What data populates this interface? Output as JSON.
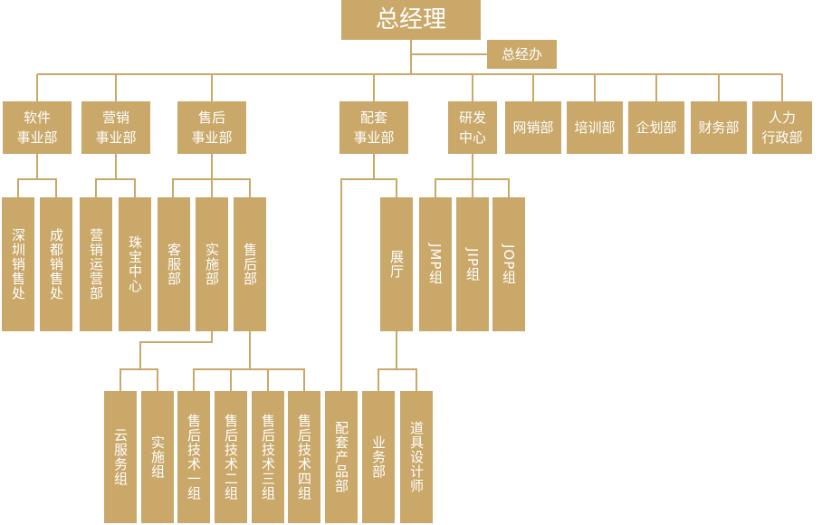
{
  "ceo": "总经理",
  "office": "总经办",
  "software": "软件\n事业部",
  "marketing": "营销\n事业部",
  "aftersales": "售后\n事业部",
  "accessories": "配套\n事业部",
  "rnd": "研发\n中心",
  "online": "网销部",
  "training": "培训部",
  "planning": "企划部",
  "finance": "财务部",
  "hr": "人力\n行政部",
  "shenzhen": "深圳销售处",
  "chengdu": "成都销售处",
  "ops": "营销运营部",
  "jewelry": "珠宝中心",
  "cs": "客服部",
  "impl": "实施部",
  "service": "售后部",
  "showroom": "展厅",
  "jmp": "JMP组",
  "jip": "JIP组",
  "jop": "JOP组",
  "cloud": "云服务组",
  "impl_group": "实施组",
  "tech1": "售后技术一组",
  "tech2": "售后技术二组",
  "tech3": "售后技术三组",
  "tech4": "售后技术四组",
  "products": "配套产品部",
  "business": "业务部",
  "props": "道具设计师"
}
